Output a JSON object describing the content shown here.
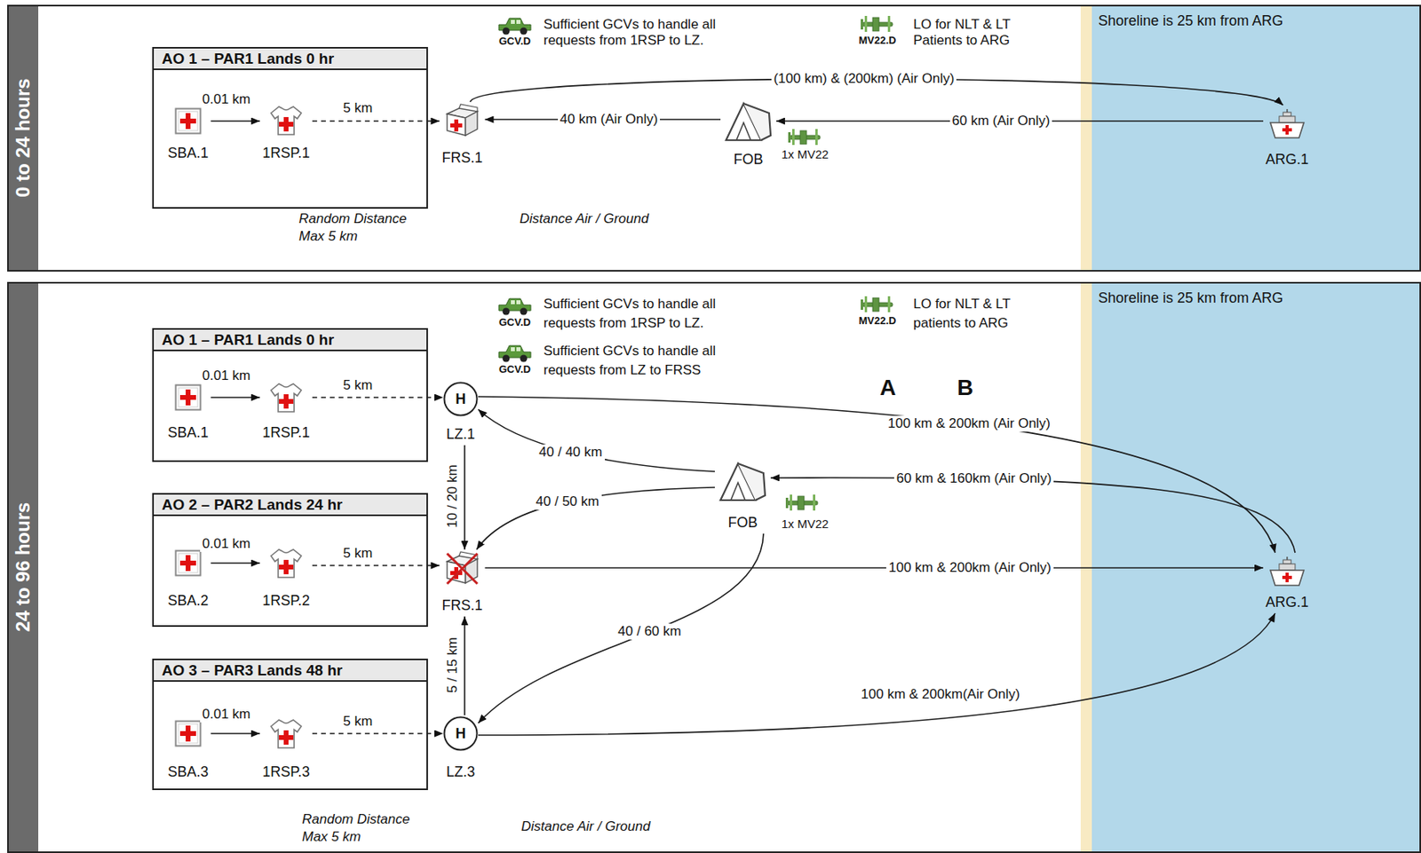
{
  "diagram": {
    "nodes": [
      {
        "text": [
          "0 to 24 hours"
        ]
      },
      {
        "text": [
          "AO 1 – PAR1 Lands 0 hr"
        ],
        "in": 0
      },
      {
        "text": [
          "SBA.1"
        ],
        "in": 1
      },
      {
        "text": [
          "1RSP.1"
        ],
        "in": 1
      },
      {
        "text": [
          "FRS.1"
        ],
        "in": 0
      },
      {
        "text": [
          "FOB"
        ],
        "in": 0
      },
      {
        "text": [
          "Shoreline is 25 km from ARG"
        ],
        "in": 0
      },
      {
        "text": [
          "ARG.1"
        ],
        "in": 6
      },
      {
        "text": [
          "24 to 96 hours"
        ]
      },
      {
        "text": [
          "AO 1 – PAR1 Lands 0 hr"
        ],
        "in": 8
      },
      {
        "text": [
          "SBA.1"
        ],
        "in": 9
      },
      {
        "text": [
          "1RSP.1"
        ],
        "in": 9
      },
      {
        "text": [
          "H",
          "LZ.1"
        ],
        "in": 8
      },
      {
        "text": [
          "AO 2 – PAR2 Lands 24 hr"
        ],
        "in": 8
      },
      {
        "text": [
          "SBA.2"
        ],
        "in": 13
      },
      {
        "text": [
          "1RSP.2"
        ],
        "in": 13
      },
      {
        "text": [
          "FRS.1"
        ],
        "in": 8
      },
      {
        "text": [
          "AO 3 – PAR3 Lands 48 hr"
        ],
        "in": 8
      },
      {
        "text": [
          "SBA.3"
        ],
        "in": 17
      },
      {
        "text": [
          "1RSP.3"
        ],
        "in": 17
      },
      {
        "text": [
          "H",
          "LZ.3"
        ],
        "in": 8
      },
      {
        "text": [
          "FOB"
        ],
        "in": 8
      },
      {
        "text": [
          "Shoreline is 25 km from ARG"
        ],
        "in": 8
      },
      {
        "text": [
          "ARG.1"
        ],
        "in": 22
      }
    ],
    "edges": [
      {
        "from": 2,
        "to": 3,
        "label": "0.01 km",
        "arrow": "to"
      },
      {
        "from": 3,
        "to": 4,
        "label": "5 km",
        "arrow": "to"
      },
      {
        "from": 4,
        "to": 7,
        "label": "(100 km) & (200km) (Air Only)",
        "arrow": "to"
      },
      {
        "from": 5,
        "to": 4,
        "label": "40 km (Air Only)",
        "arrow": "to"
      },
      {
        "from": 7,
        "to": 5,
        "label": "60 km (Air Only)",
        "arrow": "to"
      },
      {
        "from": 10,
        "to": 11,
        "label": "0.01 km",
        "arrow": "to"
      },
      {
        "from": 11,
        "to": 12,
        "label": "5 km",
        "arrow": "to"
      },
      {
        "from": 12,
        "to": 23,
        "label": "100 km & 200km (Air Only)",
        "arrow": "to"
      },
      {
        "from": 21,
        "to": 12,
        "label": "40 / 40 km",
        "arrow": "to"
      },
      {
        "from": 12,
        "to": 16,
        "label": "10 / 20 km",
        "arrow": "to"
      },
      {
        "from": 21,
        "to": 16,
        "label": "40 / 50 km",
        "arrow": "to"
      },
      {
        "from": 23,
        "to": 21,
        "label": "60 km & 160km (Air Only)",
        "arrow": "to"
      },
      {
        "from": 14,
        "to": 15,
        "label": "0.01 km",
        "arrow": "to"
      },
      {
        "from": 15,
        "to": 16,
        "label": "5 km",
        "arrow": "to"
      },
      {
        "from": 16,
        "to": 23,
        "label": "100 km & 200km (Air Only)",
        "arrow": "to"
      },
      {
        "from": 21,
        "to": 20,
        "label": "40 / 60 km",
        "arrow": "to"
      },
      {
        "from": 20,
        "to": 16,
        "label": "5 / 15 km",
        "arrow": "to"
      },
      {
        "from": 18,
        "to": 19,
        "label": "0.01 km",
        "arrow": "to"
      },
      {
        "from": 19,
        "to": 20,
        "label": "5 km",
        "arrow": "to"
      },
      {
        "from": 20,
        "to": 23,
        "label": "100 km & 200km(Air Only)",
        "arrow": "to"
      }
    ],
    "labels": [
      "GCV.D",
      "MV22.D",
      "1x MV22",
      "Random Distance Max 5 km",
      "Distance Air / Ground",
      "GCV.D",
      "GCV.D",
      "MV22.D",
      "A",
      "B",
      "1x MV22",
      "Random Distance Max 5 km",
      "Distance Air / Ground"
    ],
    "legend": [
      {
        "text": "Sufficient GCVs to handle all requests from 1RSP to LZ."
      },
      {
        "text": "LO for NLT & LT Patients to ARG"
      },
      {
        "text": "Sufficient GCVs to handle all requests from 1RSP to LZ."
      },
      {
        "text": "Sufficient GCVs to handle all requests from LZ to FRSS"
      },
      {
        "text": "LO for NLT & LT patients to ARG"
      }
    ]
  }
}
